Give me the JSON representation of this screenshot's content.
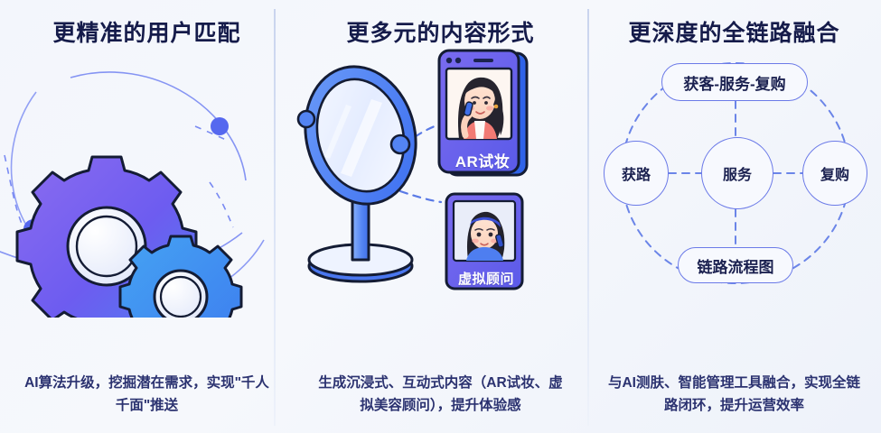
{
  "theme": {
    "background": "#f4f6fb",
    "title_color": "#151b4a",
    "caption_color": "#2b3270",
    "accent_purple": "#6c5ce7",
    "accent_blue": "#3b82f6",
    "divider_color": "#c9d4ee",
    "node_border": "#6b7ae8",
    "node_fill": "#f7f9fe",
    "dash_color": "#6b85e8"
  },
  "panels": [
    {
      "title": "更精准的用户匹配",
      "caption": "AI算法升级，挖掘潜在需求，实现\"千人千面\"推送",
      "illustration": "gears-orbit"
    },
    {
      "title": "更多元的内容形式",
      "caption": "生成沉浸式、互动式内容（AR试妆、虚拟美容顾问），提升体验感",
      "illustration": "vanity-mirror-with-cards",
      "cards": [
        {
          "label": "AR试妆",
          "icon": "phone-card-woman-makeup"
        },
        {
          "label": "虚拟顾问",
          "icon": "card-virtual-advisor"
        }
      ]
    },
    {
      "title": "更深度的全链路融合",
      "caption": "与AI测肤、智能管理工具融合，实现全链路闭环，提升运营效率",
      "illustration": "closed-loop-flow-diagram",
      "diagram": {
        "top": "获客-服务-复购",
        "left": "获路",
        "center": "服务",
        "right": "复购",
        "bottom": "链路流程图"
      }
    }
  ]
}
